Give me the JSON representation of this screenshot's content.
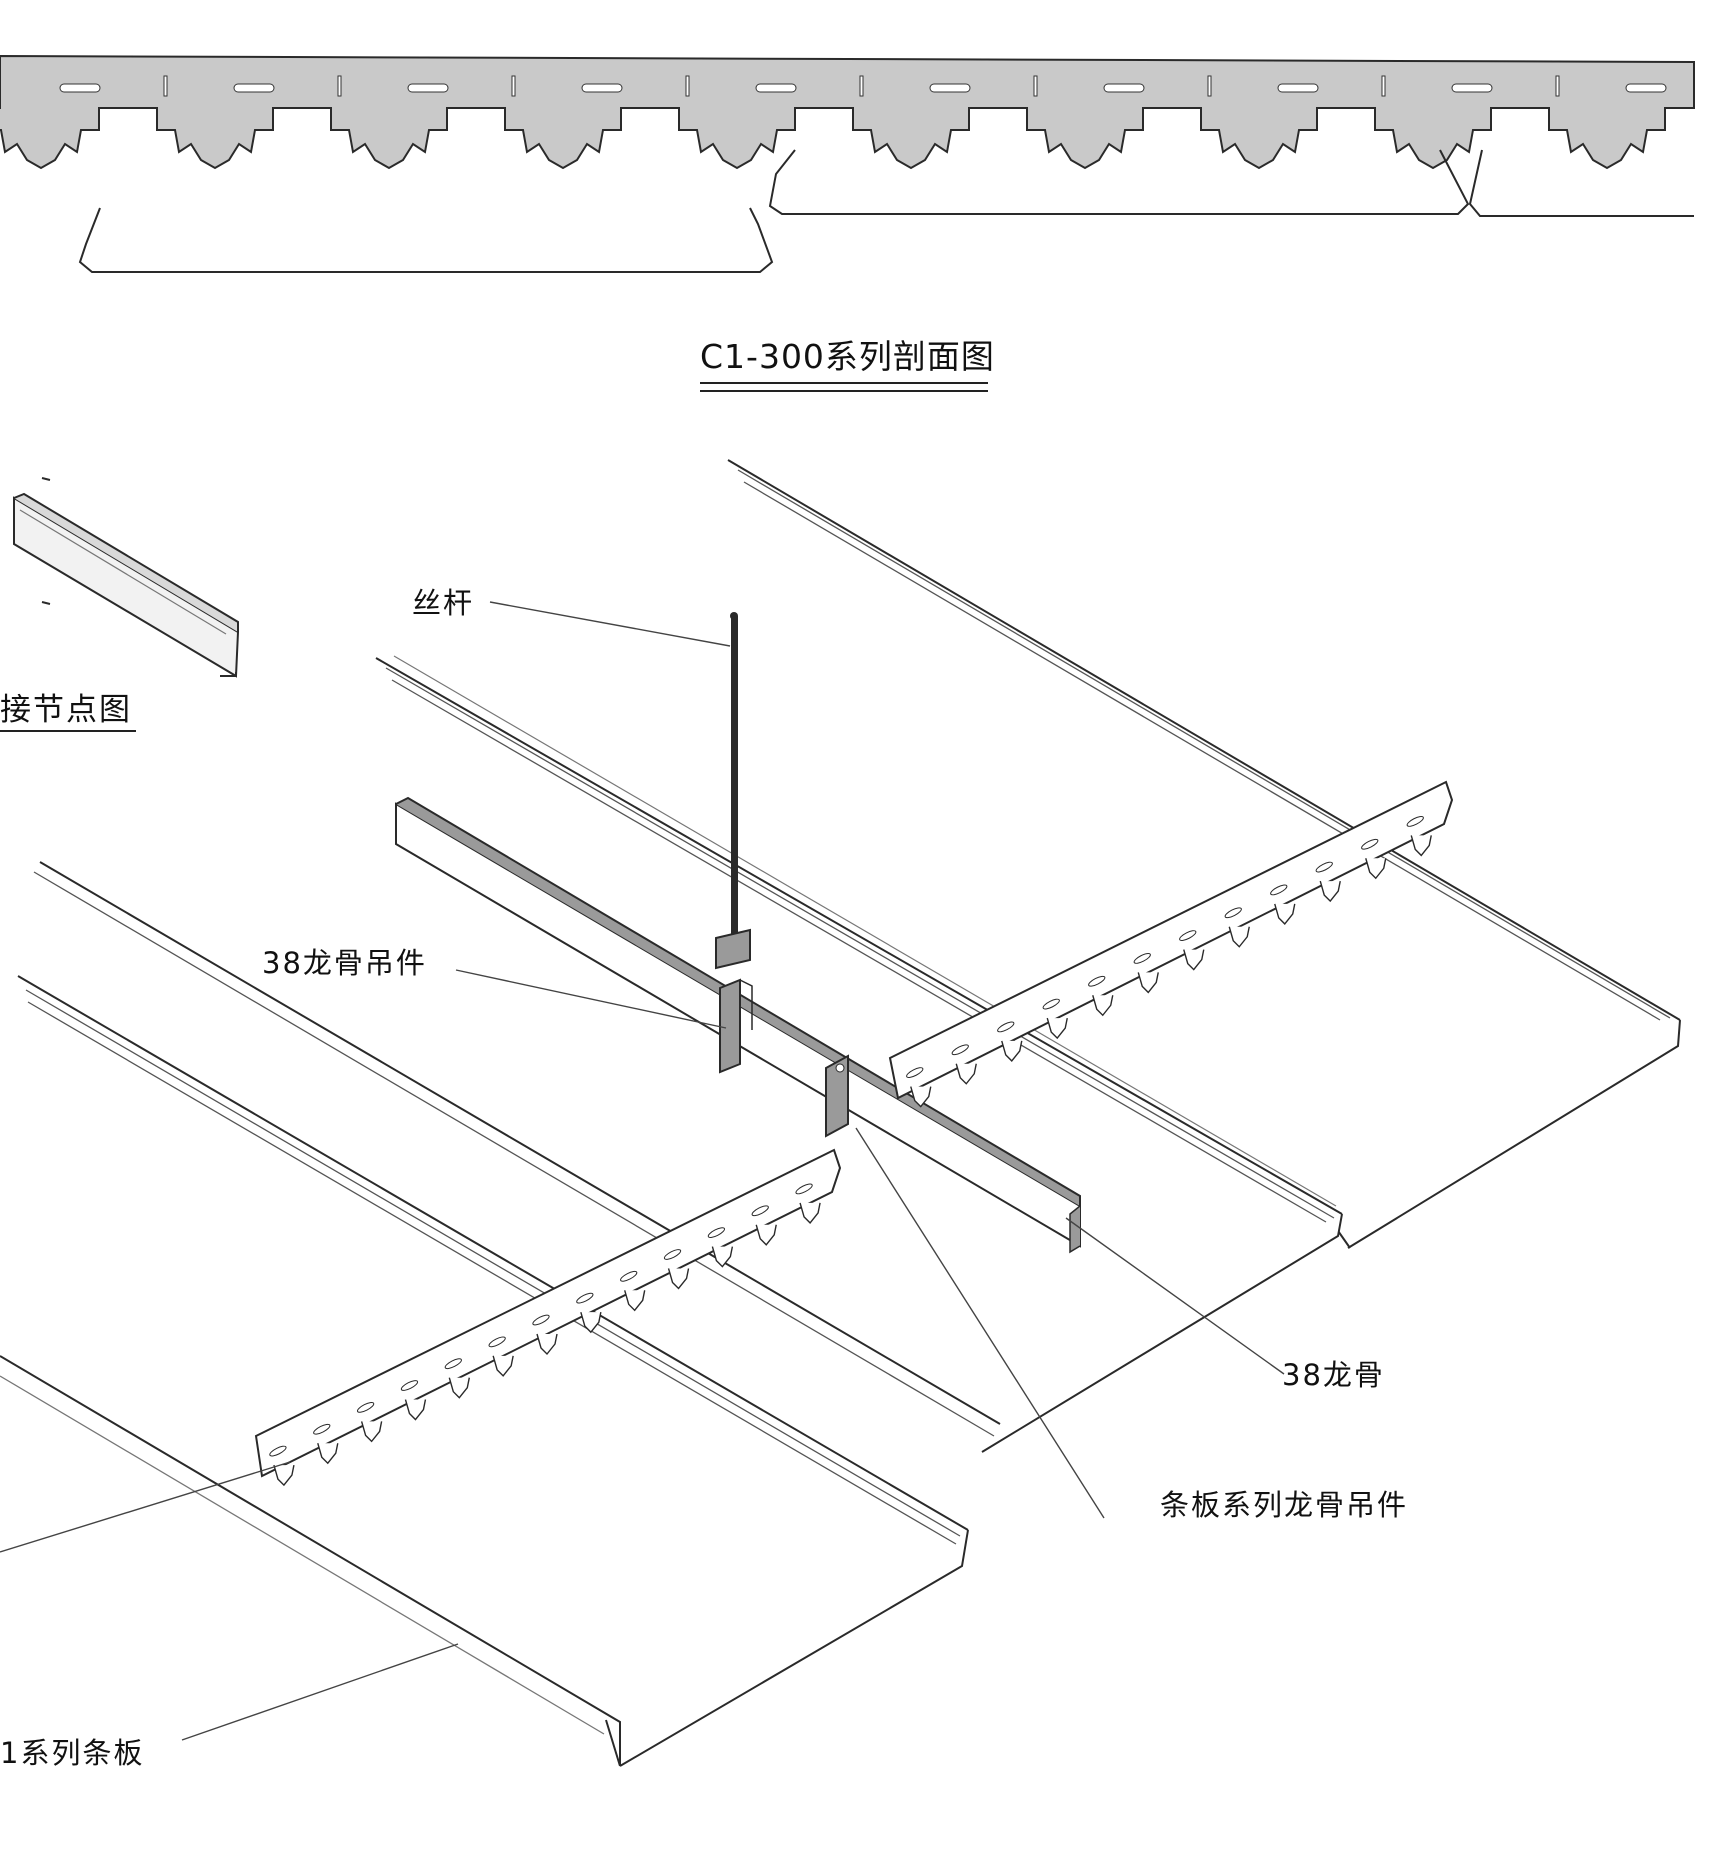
{
  "section_title": "C1-300系列剖面图",
  "node_title_partial": "接节点图",
  "labels": {
    "threaded_rod": "丝杆",
    "keel_hanger_38": "38龙骨吊件",
    "keel_38": "38龙骨",
    "strip_keel_hanger": "条板系列龙骨吊件",
    "strip_panel_partial": "1系列条板"
  },
  "colors": {
    "profile_fill": "#c9c9c9",
    "line": "#2a2a2a",
    "rail_face": "#9a9a9a"
  }
}
